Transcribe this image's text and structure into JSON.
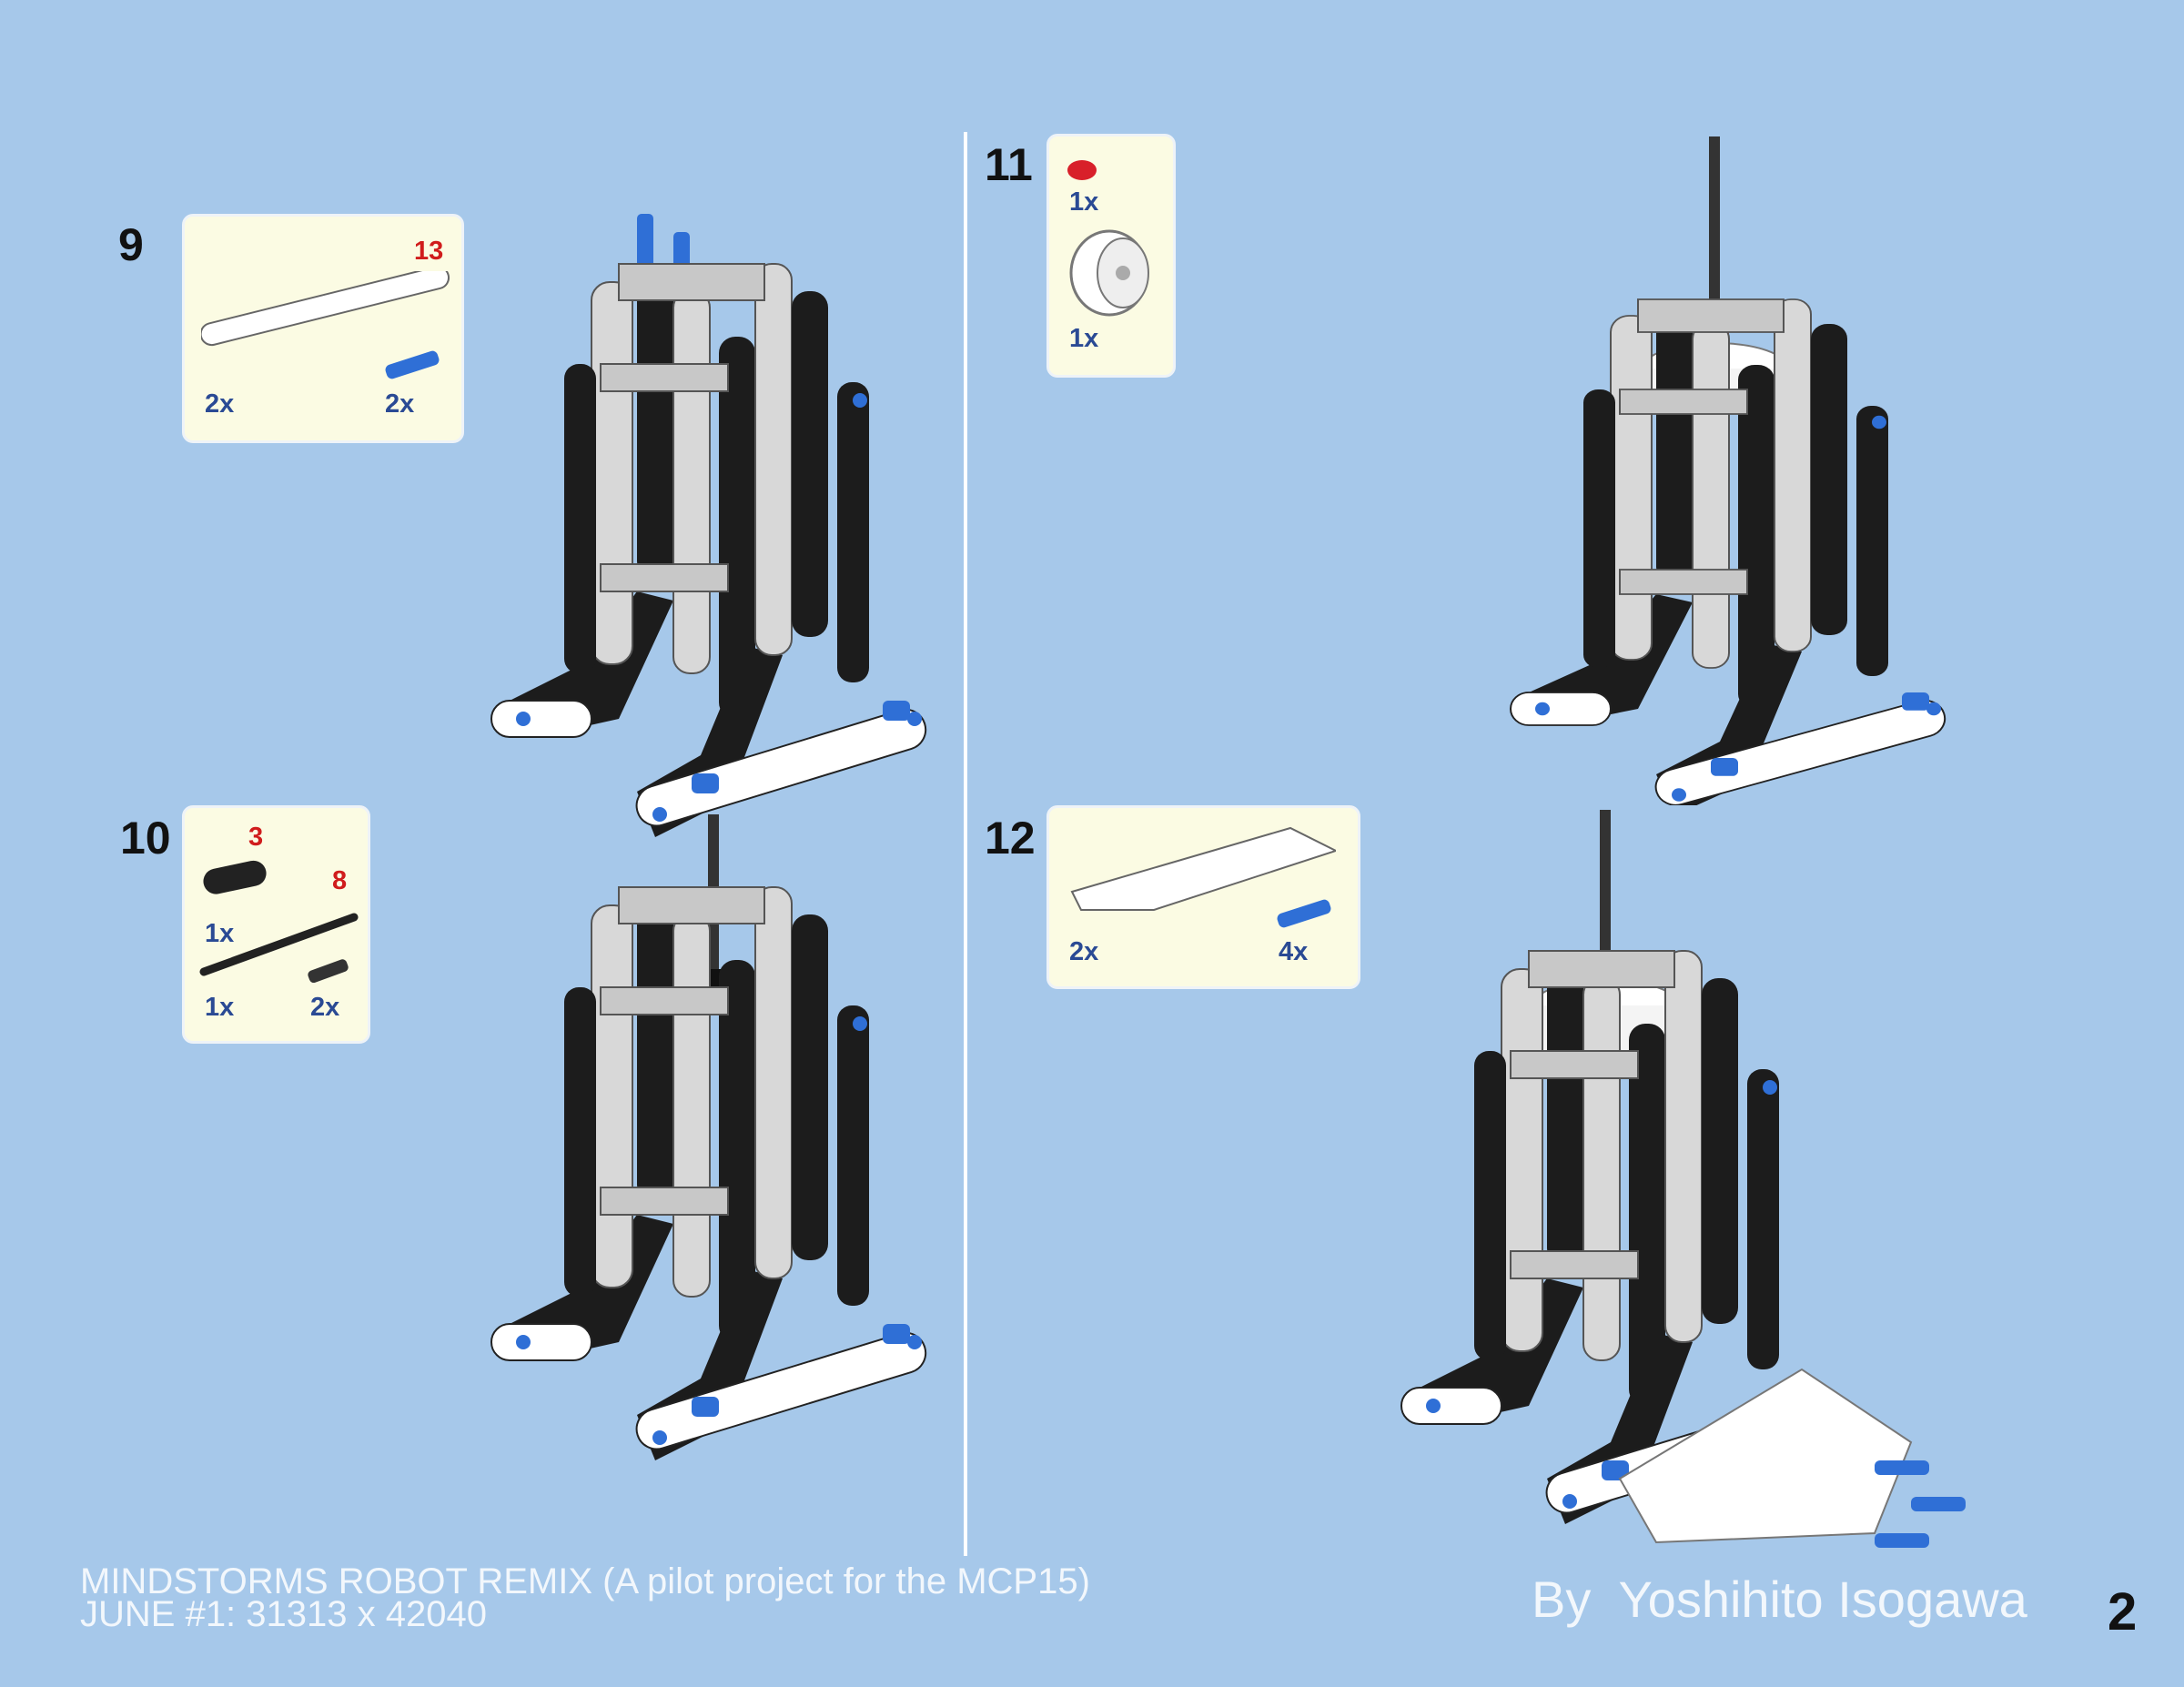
{
  "steps": [
    {
      "number": "9",
      "parts": [
        {
          "length": "13",
          "qty": "2x",
          "icon": "beam-13-icon"
        },
        {
          "qty": "2x",
          "icon": "blue-pin-icon"
        }
      ]
    },
    {
      "number": "10",
      "parts": [
        {
          "length": "3",
          "qty": "1x",
          "icon": "beam-3-icon"
        },
        {
          "length": "8",
          "qty": "1x",
          "icon": "axle-8-icon"
        },
        {
          "qty": "2x",
          "icon": "black-pin-icon"
        }
      ]
    },
    {
      "number": "11",
      "parts": [
        {
          "qty": "1x",
          "icon": "red-bush-icon"
        },
        {
          "qty": "1x",
          "icon": "wheel-hub-icon"
        }
      ]
    },
    {
      "number": "12",
      "parts": [
        {
          "qty": "2x",
          "icon": "panel-icon"
        },
        {
          "qty": "4x",
          "icon": "blue-pin-icon"
        }
      ]
    }
  ],
  "footer": {
    "title_line1": "MINDSTORMS ROBOT REMIX (A pilot project for the MCP15)",
    "title_line2": "JUNE #1: 31313 x 42040",
    "author": "By  Yoshihito Isogawa",
    "page_number": "2"
  },
  "colors": {
    "background": "#a6c8ea",
    "box": "#fbfbe3",
    "qty": "#2a4a94",
    "length": "#d01c1c"
  }
}
